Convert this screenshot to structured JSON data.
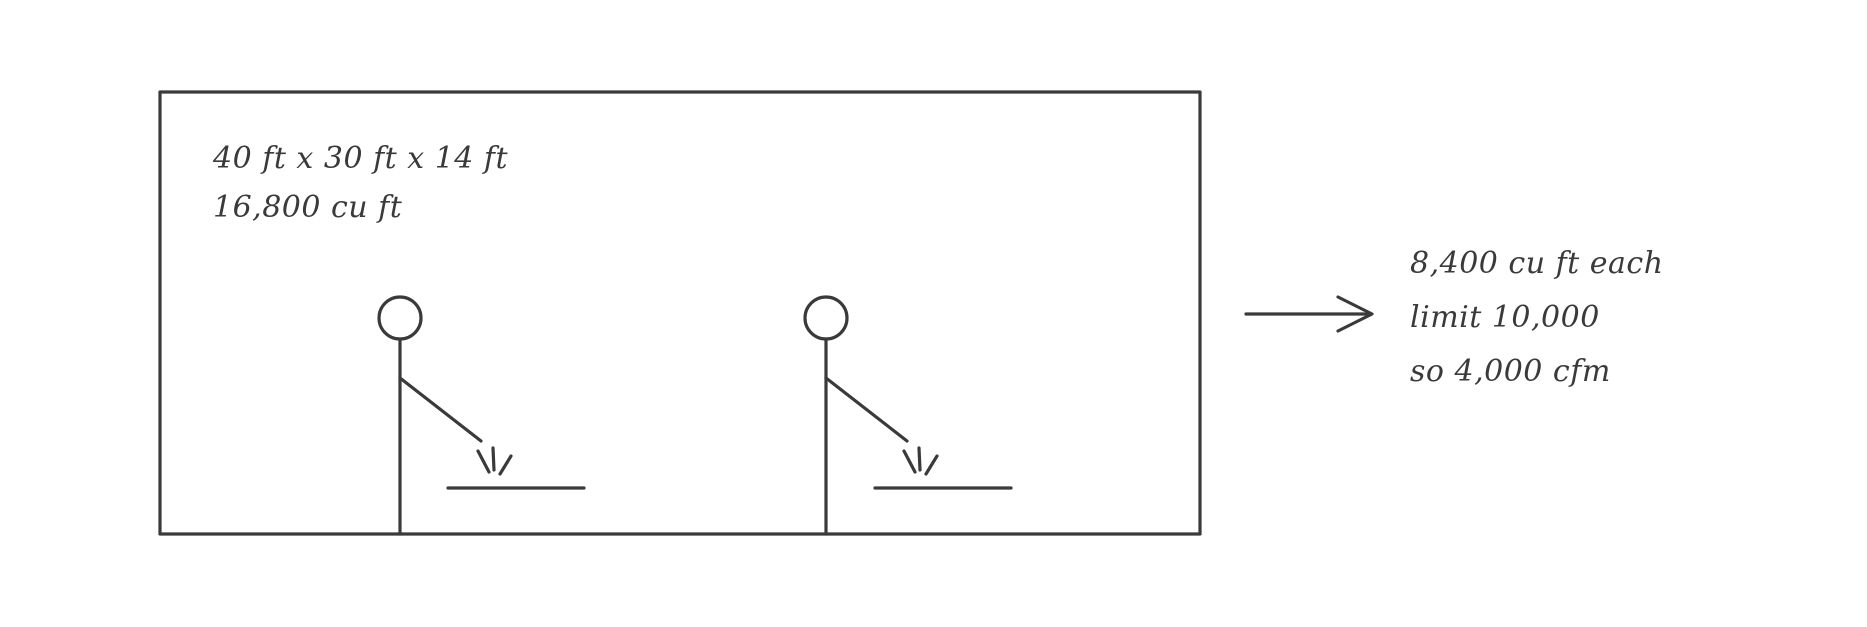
{
  "room": {
    "dimensions": "40 ft x 30 ft x 14 ft",
    "volume": "16,800 cu ft"
  },
  "result": {
    "lines": [
      "8,400 cu ft each",
      "limit 10,000",
      "so 4,000 cfm"
    ]
  },
  "colors": {
    "ink": "#3a3a3a",
    "background": "#ffffff"
  }
}
